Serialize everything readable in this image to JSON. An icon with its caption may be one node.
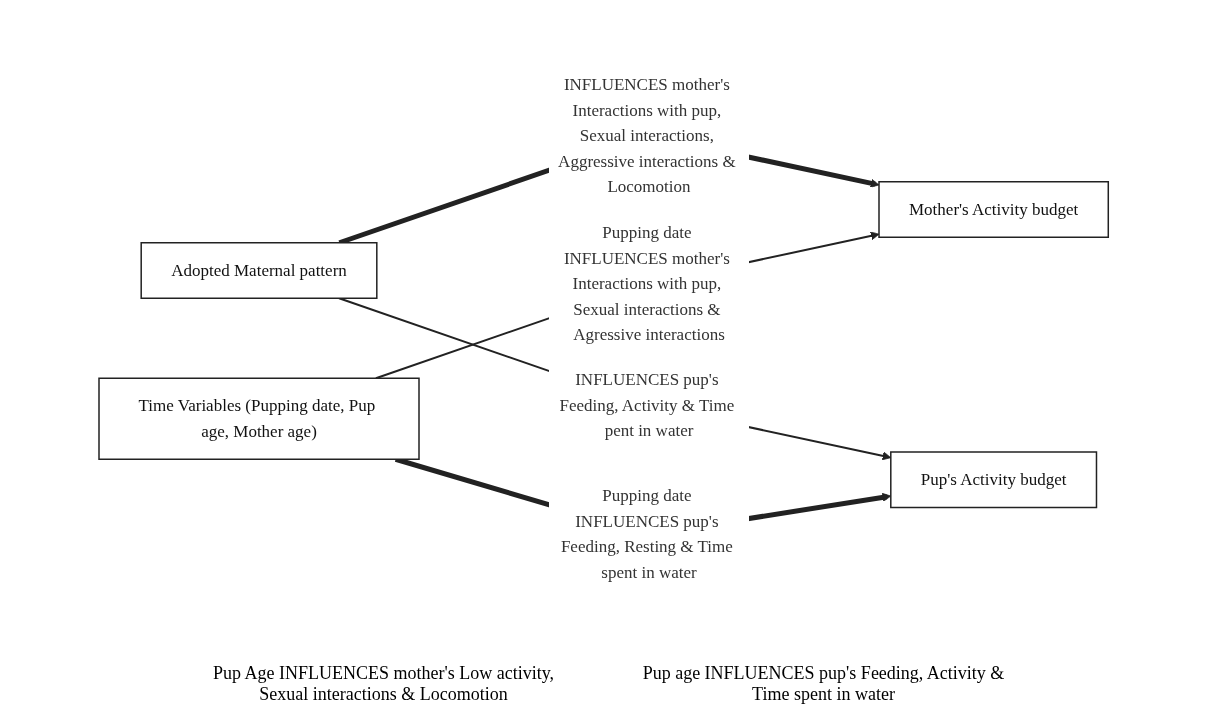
{
  "diagram": {
    "nodes": [
      {
        "text": [
          "Adopted Maternal pattern"
        ]
      },
      {
        "text": [
          "Mother's Activity budget"
        ]
      },
      {
        "text": [
          "Time Variables (Pupping date, Pup age, Mother age)"
        ]
      },
      {
        "text": [
          "Pup's Activity budget"
        ]
      }
    ],
    "edges": [
      {
        "from": 0,
        "to": 1,
        "arrow": "to",
        "style": "thick",
        "label": "INFLUENCES mother's Interactions with pup, Sexual interactions, Aggressive interactions & Locomotion"
      },
      {
        "from": 0,
        "to": 3,
        "arrow": "to",
        "label": "INFLUENCES pup's Feeding, Activity & Time pent in water"
      },
      {
        "from": 2,
        "to": 1,
        "arrow": "to",
        "label": "Pupping date INFLUENCES mother's Interactions with pup, Sexual interactions & Agressive interactions"
      },
      {
        "from": 2,
        "to": 3,
        "arrow": "to",
        "style": "thick",
        "label": "Pupping date INFLUENCES pup's Feeding, Resting & Time spent in water"
      }
    ],
    "labels": [
      "Pup Age INFLUENCES mother's Low activity, Sexual interactions & Locomotion",
      "Pup age INFLUENCES pup's Feeding, Activity & Time spent in water"
    ]
  }
}
